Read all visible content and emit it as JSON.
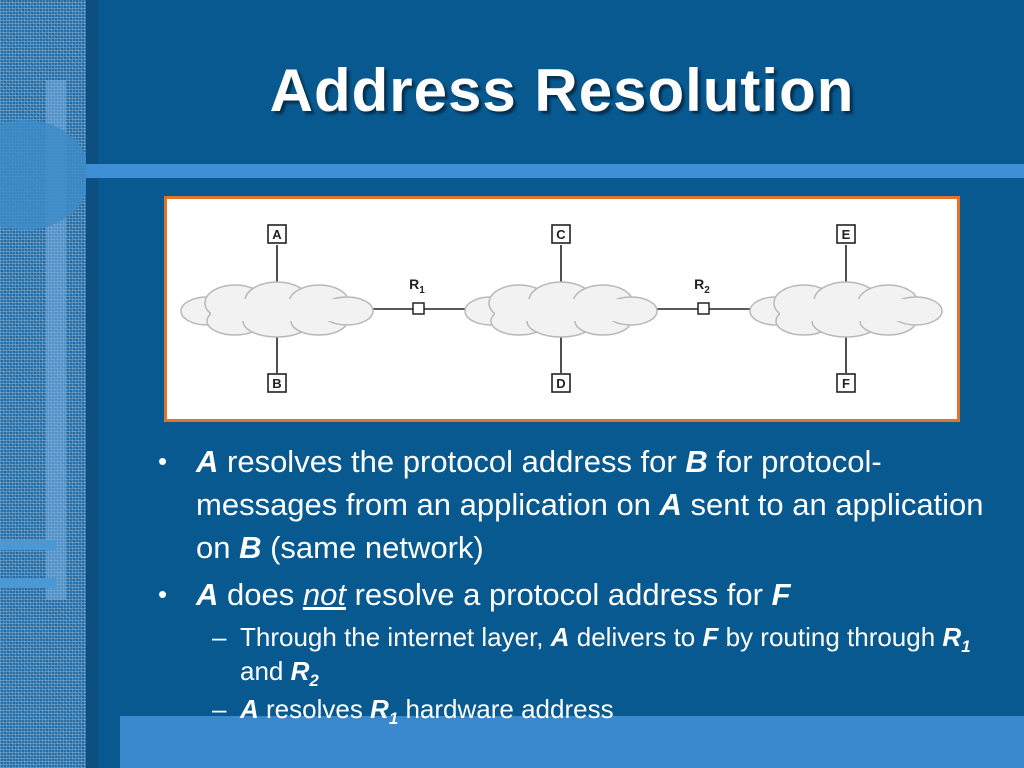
{
  "slide": {
    "title": "Address Resolution"
  },
  "colors": {
    "background": "#07598f",
    "accent_rule": "#3e8fd6",
    "diagram_border": "#e2732b"
  },
  "diagram": {
    "hosts_top": [
      "A",
      "C",
      "E"
    ],
    "hosts_bottom": [
      "B",
      "D",
      "F"
    ],
    "routers": [
      {
        "base": "R",
        "sub": "1"
      },
      {
        "base": "R",
        "sub": "2"
      }
    ]
  },
  "bullets": [
    {
      "level": 1,
      "parts": [
        {
          "t": "A",
          "s": "bi"
        },
        {
          "t": " resolves the protocol address for ",
          "s": ""
        },
        {
          "t": "B",
          "s": "bi"
        },
        {
          "t": " for protocol-messages from an application on ",
          "s": ""
        },
        {
          "t": "A",
          "s": "bi"
        },
        {
          "t": " sent to an application on ",
          "s": ""
        },
        {
          "t": "B",
          "s": "bi"
        },
        {
          "t": " (same network)",
          "s": ""
        }
      ]
    },
    {
      "level": 1,
      "parts": [
        {
          "t": "A",
          "s": "bi"
        },
        {
          "t": " does ",
          "s": ""
        },
        {
          "t": "not",
          "s": "u"
        },
        {
          "t": " resolve a protocol address for ",
          "s": ""
        },
        {
          "t": "F",
          "s": "bi"
        }
      ]
    },
    {
      "level": 2,
      "parts": [
        {
          "t": "Through the internet layer, ",
          "s": ""
        },
        {
          "t": "A",
          "s": "bi"
        },
        {
          "t": " delivers to ",
          "s": ""
        },
        {
          "t": "F",
          "s": "bi"
        },
        {
          "t": " by routing through ",
          "s": ""
        },
        {
          "t": "R",
          "s": "bi"
        },
        {
          "t": "1",
          "s": "sub"
        },
        {
          "t": " and ",
          "s": ""
        },
        {
          "t": "R",
          "s": "bi"
        },
        {
          "t": "2",
          "s": "sub"
        }
      ]
    },
    {
      "level": 2,
      "parts": [
        {
          "t": "A",
          "s": "bi"
        },
        {
          "t": " resolves ",
          "s": ""
        },
        {
          "t": "R",
          "s": "bi"
        },
        {
          "t": "1",
          "s": "sub"
        },
        {
          "t": " hardware address",
          "s": ""
        }
      ]
    }
  ]
}
